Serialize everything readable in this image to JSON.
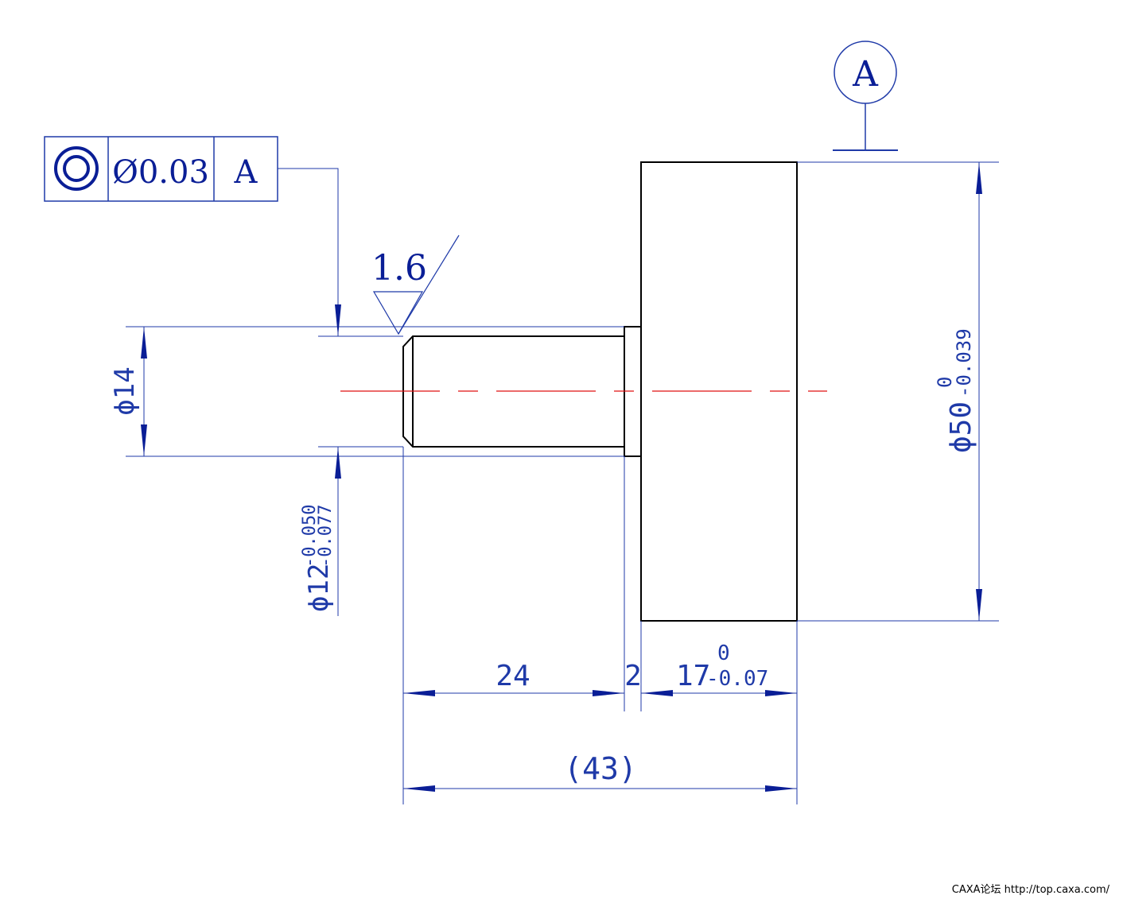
{
  "colors": {
    "dimension": "#1f3aa8",
    "outline": "#000000",
    "centerline": "#e01010",
    "annotation": "#0a1e96"
  },
  "feature_control_frame": {
    "symbol_icon": "concentricity-icon",
    "tolerance": "Ø0.03",
    "datum": "A"
  },
  "datum_label": "A",
  "surface_roughness": "1.6",
  "dimensions": {
    "shoulder_diameter": "ϕ14",
    "shaft_diameter_base": "ϕ12",
    "shaft_diameter_upper": "-0.050",
    "shaft_diameter_lower": "-0.077",
    "flange_diameter_base": "ϕ50",
    "flange_diameter_upper": "0",
    "flange_diameter_lower": "-0.039",
    "shaft_length": "24",
    "shoulder_length": "2",
    "flange_length_base": "17",
    "flange_length_upper": "0",
    "flange_length_lower": "-0.07",
    "overall_length": "(43)"
  },
  "watermark": "CAXA论坛 http://top.caxa.com/"
}
